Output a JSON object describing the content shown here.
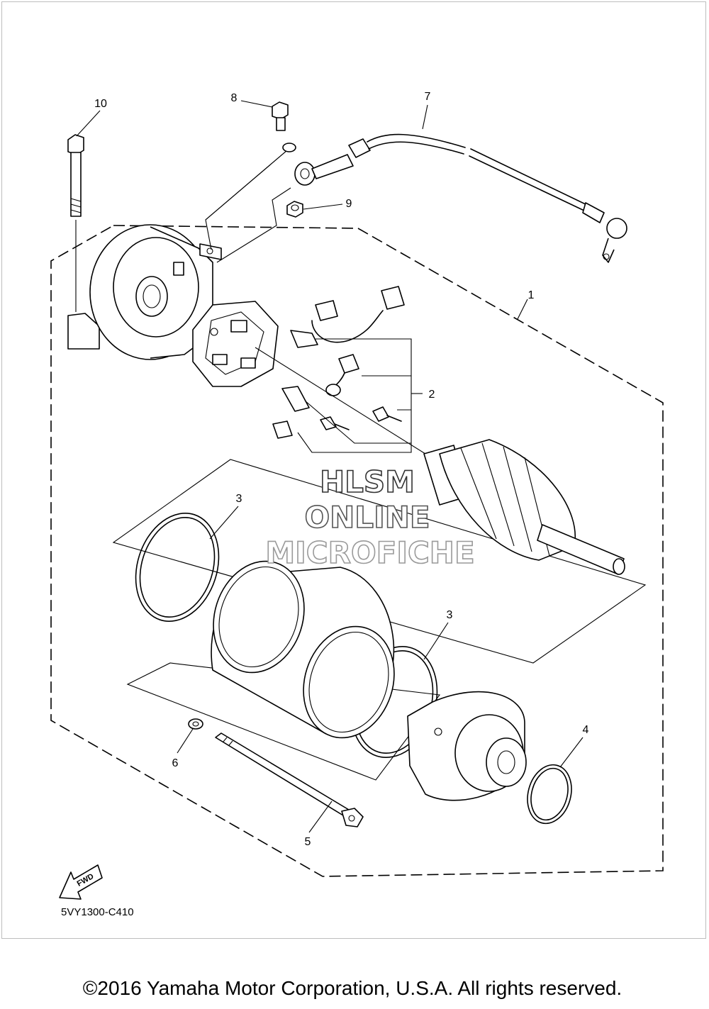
{
  "callouts": {
    "c1": "1",
    "c2": "2",
    "c3a": "3",
    "c3b": "3",
    "c4": "4",
    "c5": "5",
    "c6": "6",
    "c7": "7",
    "c8": "8",
    "c9": "9",
    "c10": "10"
  },
  "watermark": {
    "line1": "HLSM",
    "line2": "ONLINE",
    "line3": "MICROFICHE"
  },
  "fwd_label": "FWD",
  "diagram_code": "5VY1300-C410",
  "copyright": "©2016 Yamaha Motor Corporation, U.S.A. All rights reserved.",
  "colors": {
    "line": "#000000",
    "watermark_1": "#333333",
    "watermark_2": "#555555",
    "watermark_3": "#9a9a9a"
  }
}
